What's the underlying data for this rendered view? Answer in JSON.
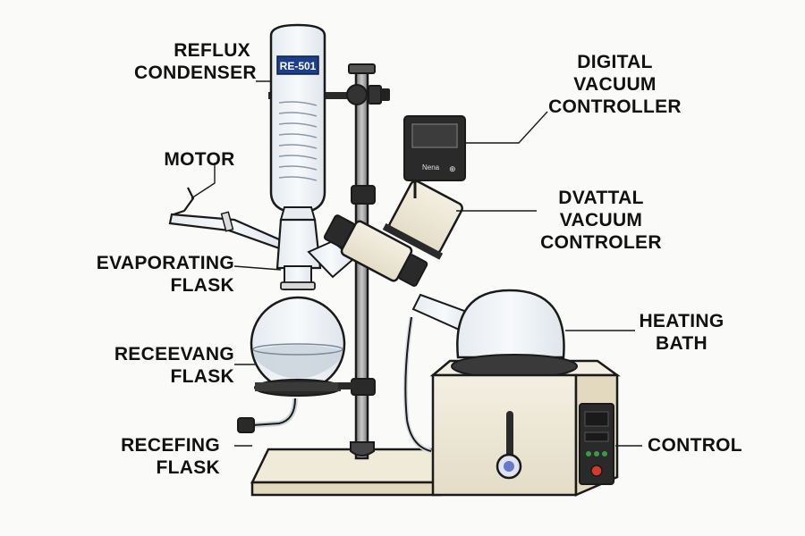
{
  "device": {
    "condenser_tag": "RE-501",
    "controller_small_text": "Nena",
    "controller_button_symbol": "⊕"
  },
  "labels": {
    "reflux_condenser": [
      "REFLUX",
      "CONDENSER"
    ],
    "motor": [
      "MOTOR"
    ],
    "evaporating_flask": [
      "EVAPORATING",
      "FLASK"
    ],
    "receiving_flask_1": [
      "RECEEVANG",
      "FLASK"
    ],
    "receiving_flask_2": [
      "RECEFING",
      "FLASK"
    ],
    "digital_vacuum_controller": [
      "DIGITAL",
      "VACUUM",
      "CONTROLLER"
    ],
    "digital_vacuum_controller_2": [
      "DVATTAL",
      "VACUUM",
      "CONTROLER"
    ],
    "heating_bath": [
      "HEATING",
      "BATH"
    ],
    "control": [
      "CONTROL"
    ]
  },
  "colors": {
    "outline": "#1a1a1a",
    "cream": "#efeadb",
    "glass": "#eef2f6",
    "liquid": "#c9d3dc",
    "stand_rod": "#9a9a9a",
    "indicator_red": "#d23a2a",
    "indicator_green": "#3a9a4a",
    "knob_blue": "#6a78c8",
    "tag_blue": "#1d3e8a"
  }
}
